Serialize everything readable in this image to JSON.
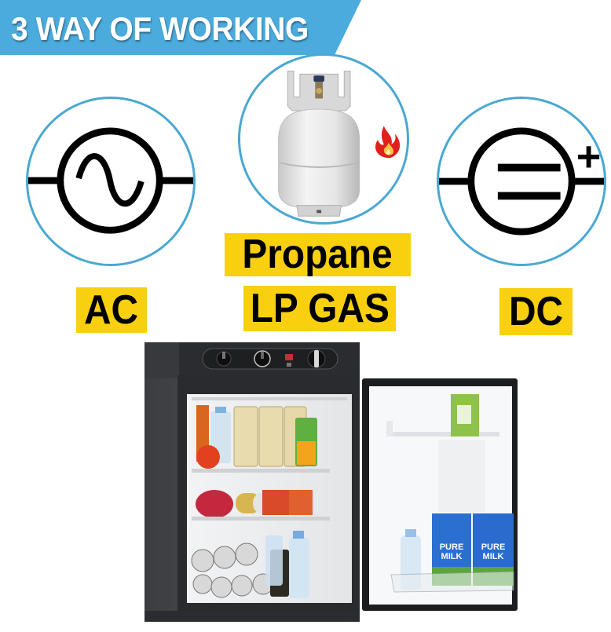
{
  "banner": {
    "title": "3 WAY OF WORKING",
    "background_color": "#4aabdc",
    "text_color": "#ffffff"
  },
  "modes": [
    {
      "id": "ac",
      "icon": "ac-sine-wave-icon",
      "label": "AC"
    },
    {
      "id": "propane",
      "icon": "propane-tank-icon",
      "badge_icon": "flame-icon",
      "label_line1": "Propane",
      "label_line2": "LP GAS"
    },
    {
      "id": "dc",
      "icon": "dc-source-icon",
      "polarity": "+",
      "label": "DC"
    }
  ],
  "colors": {
    "circle_border": "#4aa8d2",
    "label_background": "#f9d00f",
    "label_text": "#000000"
  },
  "product": {
    "name": "3-way absorption refrigerator",
    "door_state": "open",
    "milk_carton_text": "PURE MILK"
  }
}
